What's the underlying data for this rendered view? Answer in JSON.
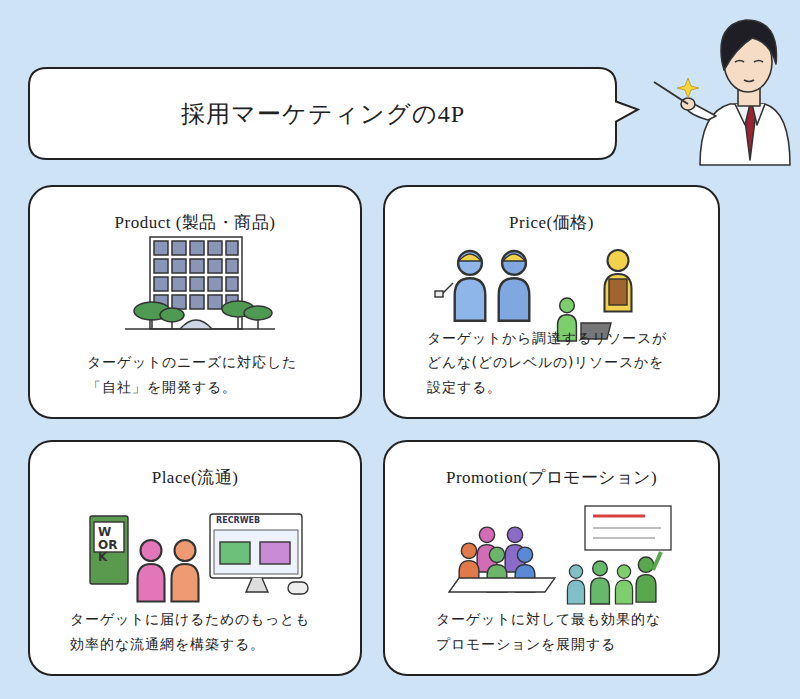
{
  "diagram": {
    "nodes": [
      {
        "text": [
          "採用マーケティングの4P"
        ]
      },
      {
        "text": [
          "Product (製品・商品)",
          "ターゲットのニーズに対応した 「自社」を開発する。"
        ]
      },
      {
        "text": [
          "Price(価格)",
          "ターゲットから調達するリソースが どんな(どのレベルの)リソースかを 設定する。"
        ]
      },
      {
        "text": [
          "Place(流通)",
          "ターゲットに届けるためのもっとも 効率的な流通網を構築する。"
        ]
      },
      {
        "text": [
          "Promotion(プロモーション)",
          "ターゲットに対して最も効果的な プロモーションを展開する"
        ]
      }
    ],
    "labels": [
      "WORK",
      "RECRWEB"
    ]
  }
}
